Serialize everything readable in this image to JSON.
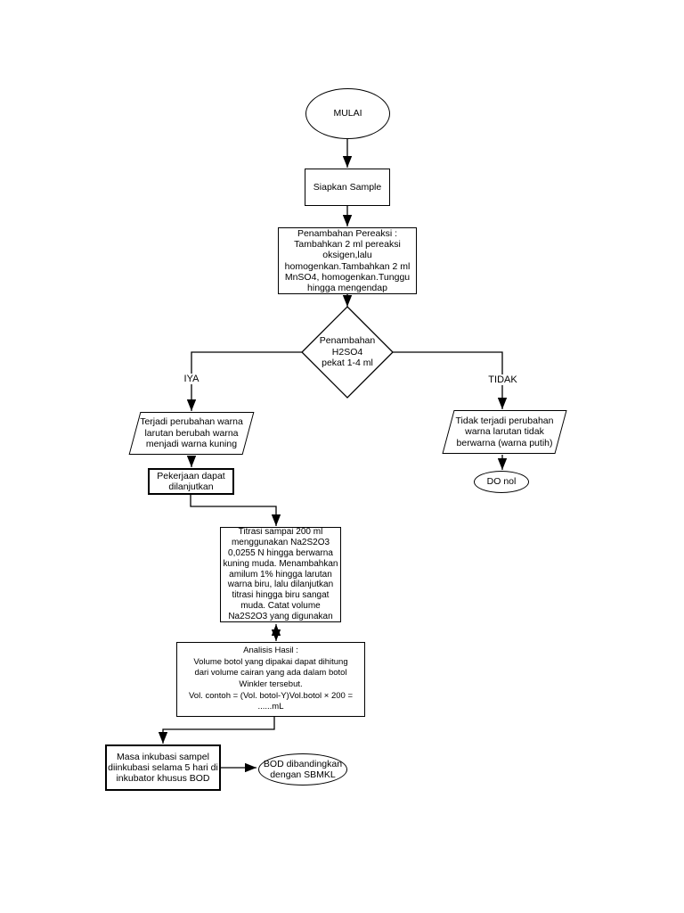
{
  "page": {
    "background": "#ffffff",
    "stroke_color": "#000000"
  },
  "flowchart": {
    "nodes": {
      "mulai": {
        "shape": "terminator",
        "label": "MULAI"
      },
      "siapkan_sample": {
        "shape": "process",
        "label": "Siapkan Sample"
      },
      "penambahan_pereaksi": {
        "shape": "process",
        "label": "Penambahan Pereaksi :\nTambahkan 2 ml pereaksi\noksigen,lalu\nhomogenkan.Tambahkan 2 ml\nMnSO4, homogenkan.Tunggu\nhingga mengendap"
      },
      "penambahan_h2so4": {
        "shape": "decision",
        "label": "Penambahan\nH2SO4\npekat 1-4 ml"
      },
      "terjadi_perubahan": {
        "shape": "data",
        "label": "Terjadi perubahan warna\nlarutan berubah warna\nmenjadi warna kuning"
      },
      "tidak_terjadi_perubahan": {
        "shape": "data",
        "label": "Tidak terjadi perubahan\nwarna larutan tidak\nberwarna (warna putih)"
      },
      "do_nol": {
        "shape": "terminator",
        "label": "DO nol"
      },
      "pekerjaan_dilanjutkan": {
        "shape": "process",
        "label": "Pekerjaan dapat\ndilanjutkan"
      },
      "titrasi": {
        "shape": "process",
        "label": "Titrasi sampai 200 ml\nmenggunakan Na2S2O3\n0,0255 N hingga berwarna\nkuning muda. Menambahkan\namilum 1% hingga larutan\nwarna biru, lalu dilanjutkan\ntitrasi hingga biru sangat\nmuda. Catat volume\nNa2S2O3 yang digunakan"
      },
      "analisis_hasil": {
        "shape": "process",
        "label": "Analisis Hasil :\nVolume botol yang dipakai dapat dihitung\ndari volume cairan yang ada dalam botol\nWinkler tersebut.\nVol. contoh = (Vol. botol-Y)Vol.botol × 200 =\n......mL"
      },
      "masa_inkubasi": {
        "shape": "process",
        "label": "Masa inkubasi sampel\ndiinkubasi selama 5 hari di\ninkubator khusus BOD"
      },
      "bod_sbmkl": {
        "shape": "terminator",
        "label": "BOD dibandingkan\ndengan SBMKL"
      }
    },
    "edge_labels": {
      "yes": "IYA",
      "no": "TIDAK"
    }
  }
}
